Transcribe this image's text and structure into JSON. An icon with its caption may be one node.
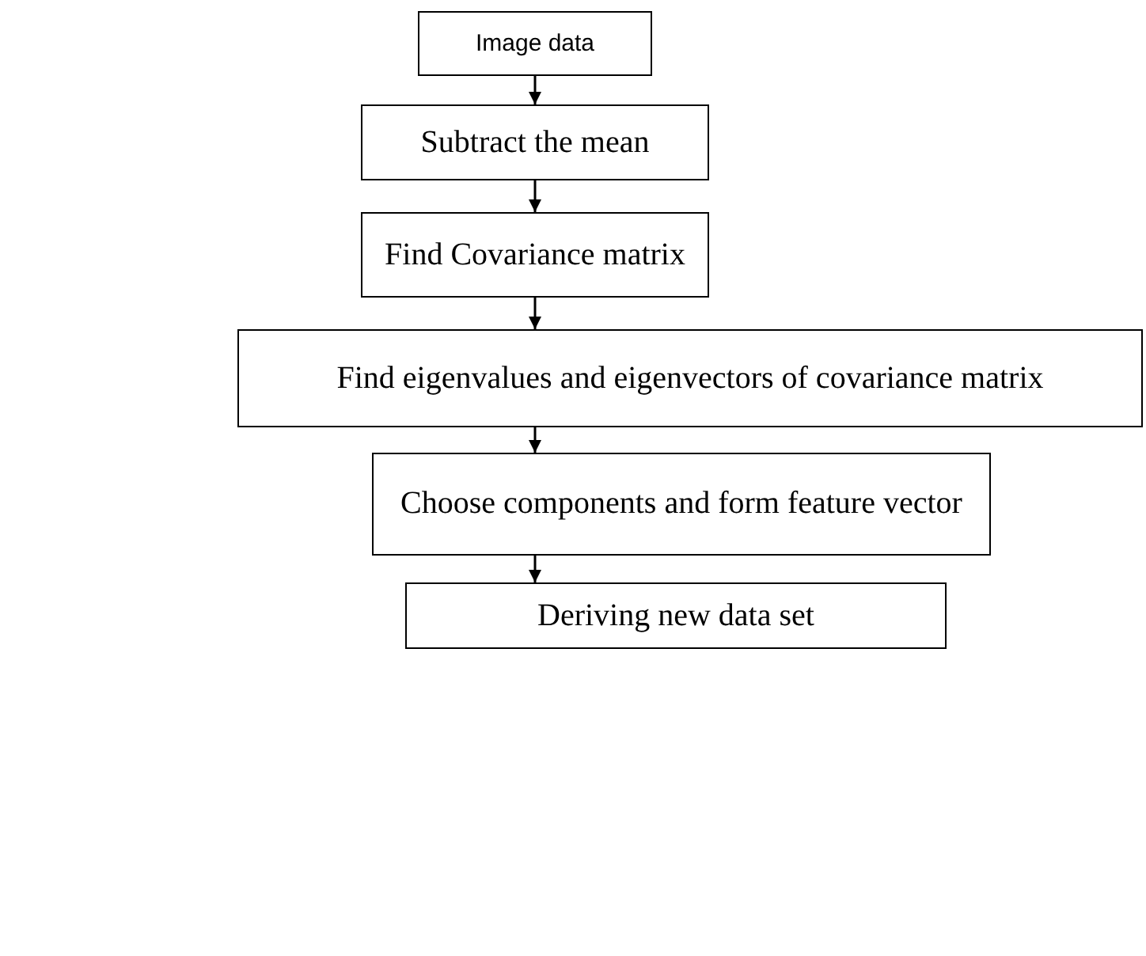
{
  "diagram": {
    "nodes": [
      {
        "text": [
          "Image data"
        ]
      },
      {
        "text": [
          "Subtract the mean"
        ]
      },
      {
        "text": [
          "Find Covariance matrix"
        ]
      },
      {
        "text": [
          "Find eigenvalues and eigenvectors of covariance matrix"
        ]
      },
      {
        "text": [
          "Choose components and form feature vector"
        ]
      },
      {
        "text": [
          "Deriving new data set"
        ]
      }
    ],
    "edges": [
      {
        "from": 0,
        "to": 1,
        "arrow": "to"
      },
      {
        "from": 1,
        "to": 2,
        "arrow": "to"
      },
      {
        "from": 2,
        "to": 3,
        "arrow": "to"
      },
      {
        "from": 3,
        "to": 4,
        "arrow": "to"
      },
      {
        "from": 4,
        "to": 5,
        "arrow": "to"
      }
    ]
  }
}
